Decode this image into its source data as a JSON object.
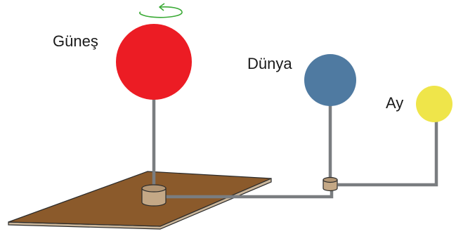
{
  "labels": {
    "sun": "Güneş",
    "earth": "Dünya",
    "moon": "Ay"
  },
  "icons": {
    "rotation": "rotation-arrow-icon"
  },
  "colors": {
    "sun": "#ec1c24",
    "earth": "#4f7aa1",
    "moon": "#efe54a",
    "rod": "#7a7d80",
    "board_top": "#8b5a2b",
    "board_side": "#c9b59a",
    "hub": "#c4a886",
    "rotation_arrow": "#3aaa35"
  }
}
